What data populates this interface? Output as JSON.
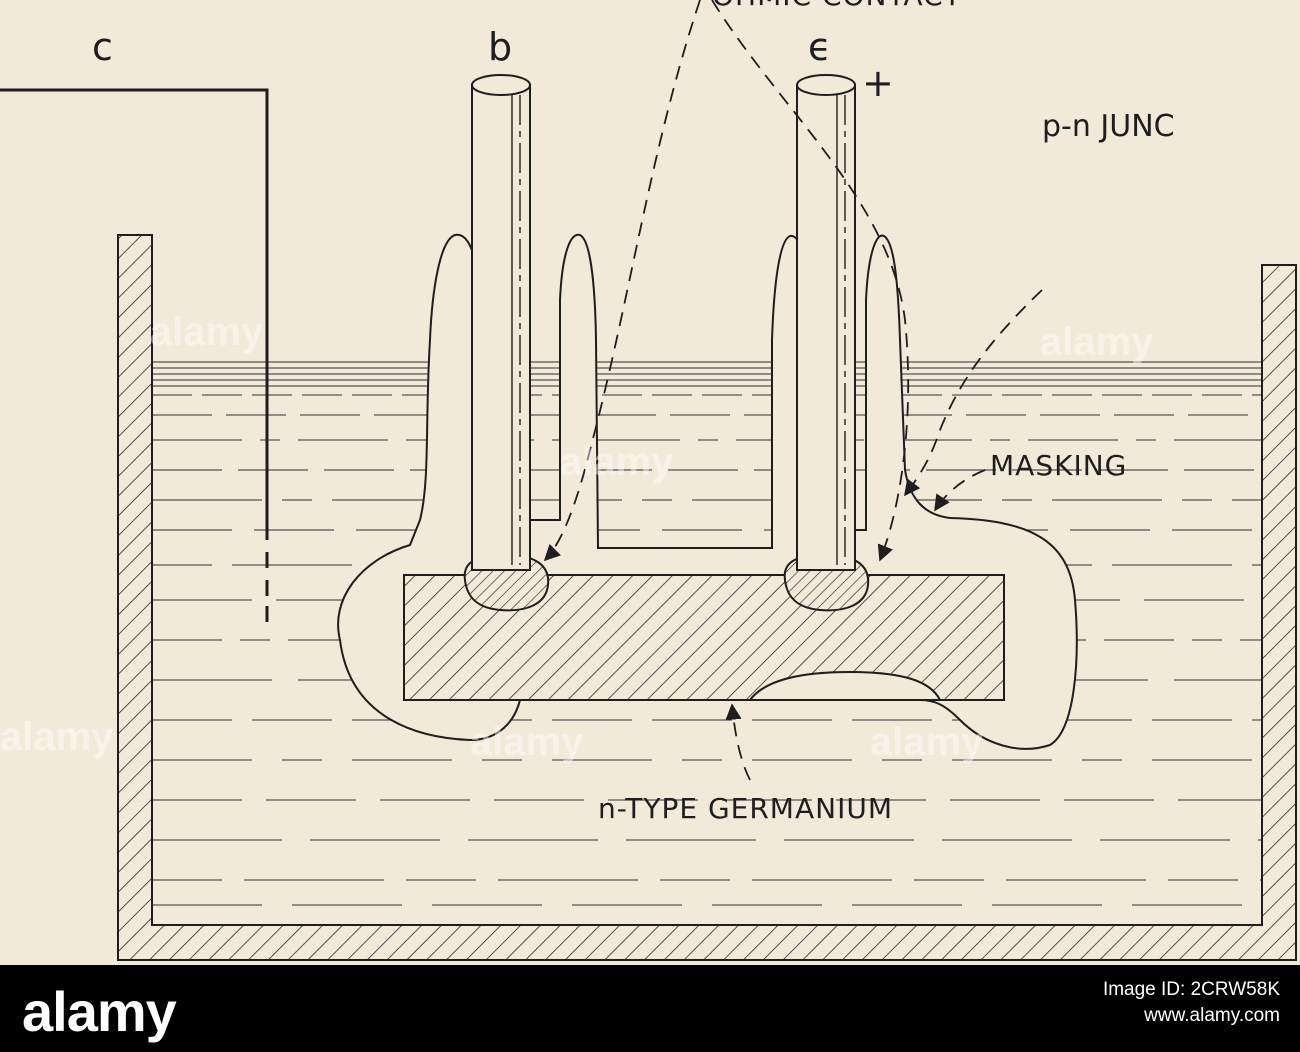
{
  "labels": {
    "collector": "c",
    "base": "b",
    "emitter": "ϵ",
    "plus": "+",
    "ohmic_contact": "OHMIC CONTACT",
    "pn_junction": "p-n JUNC",
    "masking": "MASKING",
    "germanium": "n-TYPE GERMANIUM"
  },
  "watermark": {
    "text": "alamy"
  },
  "footer": {
    "brand": "alamy",
    "image_id_label": "Image ID: 2CRW58K",
    "site": "www.alamy.com"
  },
  "colors": {
    "paper": "#f1ead8",
    "ink": "#1e1e1e",
    "footer_bg": "#000000"
  }
}
